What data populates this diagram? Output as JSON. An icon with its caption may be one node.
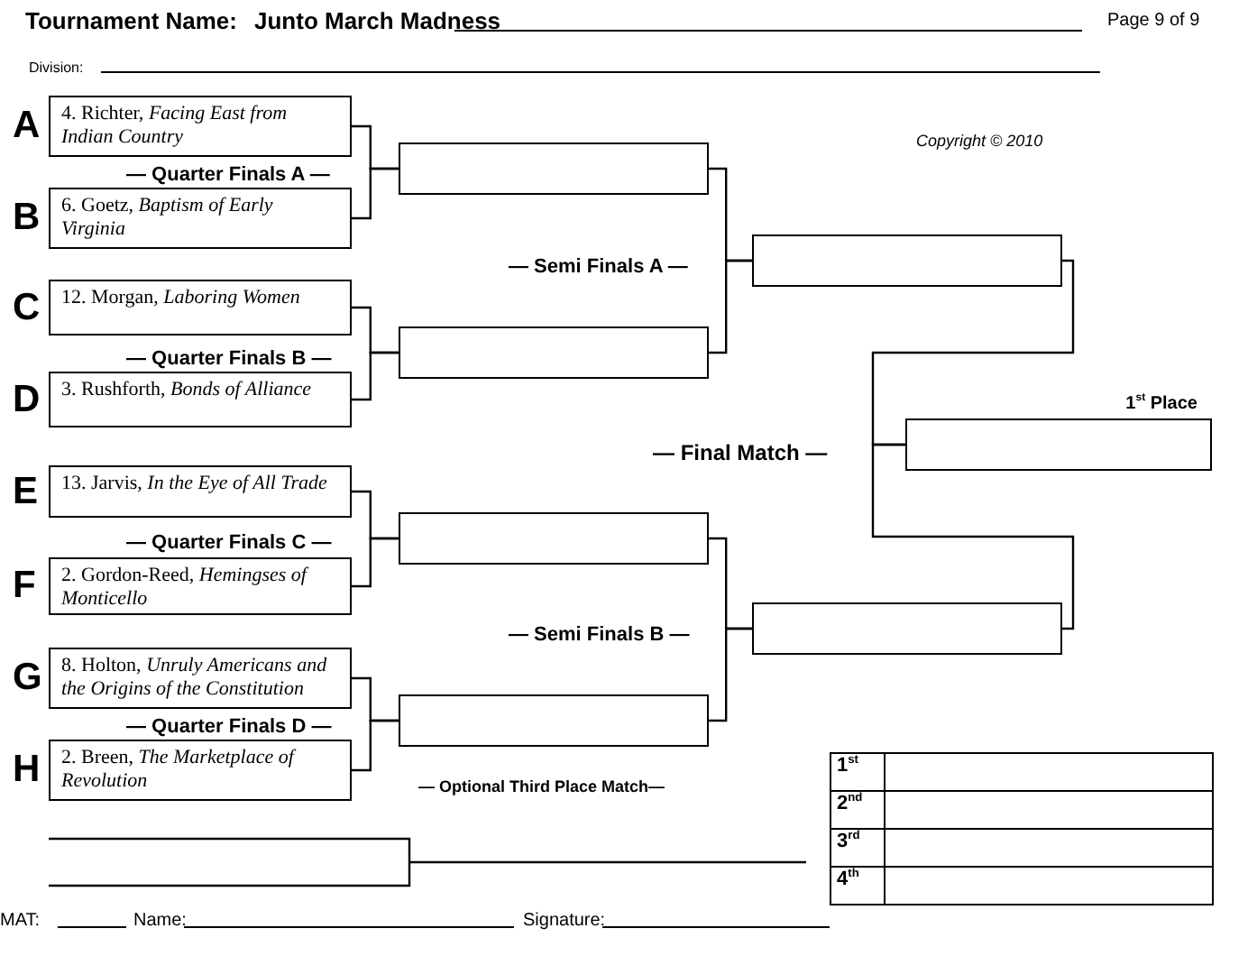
{
  "diagram": {
    "nodes": [
      {
        "text": [
          "4. Richter, *Facing East from Indian Country*"
        ],
        "beside": [
          "A"
        ]
      },
      {
        "text": [
          "6. Goetz, *Baptism of Early Virginia*"
        ],
        "beside": [
          "B"
        ]
      },
      {
        "text": [
          "12. Morgan, *Laboring Women*"
        ],
        "beside": [
          "C"
        ]
      },
      {
        "text": [
          "3. Rushforth, *Bonds of Alliance*"
        ],
        "beside": [
          "D"
        ]
      },
      {
        "text": [
          "13. Jarvis, *In the Eye of All Trade*"
        ],
        "beside": [
          "E"
        ]
      },
      {
        "text": [
          "2. Gordon-Reed, *Hemingses of Monticello*"
        ],
        "beside": [
          "F"
        ]
      },
      {
        "text": [
          "8. Holton, *Unruly Americans and the Origins of the Constitution*"
        ],
        "beside": [
          "G"
        ]
      },
      {
        "text": [
          "2. Breen, *The Marketplace of Revolution*"
        ],
        "beside": [
          "H"
        ]
      },
      {
        "text": [],
        "shape": "box"
      },
      {
        "text": [],
        "shape": "box"
      },
      {
        "text": [],
        "shape": "box"
      },
      {
        "text": [],
        "shape": "box"
      },
      {
        "text": [],
        "shape": "box"
      },
      {
        "text": [],
        "shape": "box"
      },
      {
        "text": [],
        "shape": "box",
        "beside": [
          "1$^{st}$ Place"
        ]
      }
    ],
    "edges": [
      {
        "from": 0,
        "to": 8,
        "arrow": "none"
      },
      {
        "from": 1,
        "to": 8,
        "arrow": "none"
      },
      {
        "from": 2,
        "to": 9,
        "arrow": "none"
      },
      {
        "from": 3,
        "to": 9,
        "arrow": "none"
      },
      {
        "from": 4,
        "to": 10,
        "arrow": "none"
      },
      {
        "from": 5,
        "to": 10,
        "arrow": "none"
      },
      {
        "from": 6,
        "to": 11,
        "arrow": "none"
      },
      {
        "from": 7,
        "to": 11,
        "arrow": "none"
      },
      {
        "from": 8,
        "to": 12,
        "arrow": "none"
      },
      {
        "from": 9,
        "to": 12,
        "arrow": "none"
      },
      {
        "from": 10,
        "to": 13,
        "arrow": "none"
      },
      {
        "from": 11,
        "to": 13,
        "arrow": "none"
      },
      {
        "from": 12,
        "to": 14,
        "arrow": "none"
      },
      {
        "from": 13,
        "to": 14,
        "arrow": "none"
      }
    ],
    "labels": [
      "Tournament Name:",
      "Junto March Madness",
      "Page 9 of 9",
      "Division:",
      "Copyright © 2010",
      "— Quarter Finals A —",
      "— Semi Finals A —",
      "— Quarter Finals B —",
      "— Final Match —",
      "— Quarter Finals C —",
      "— Semi Finals B —",
      "— Quarter Finals D —",
      "— Optional Third Place Match—",
      "1$^{st}$",
      "2$^{nd}$",
      "3$^{rd}$",
      "4$^{th}$",
      "MAT:",
      "Name:",
      "Signature:"
    ]
  }
}
